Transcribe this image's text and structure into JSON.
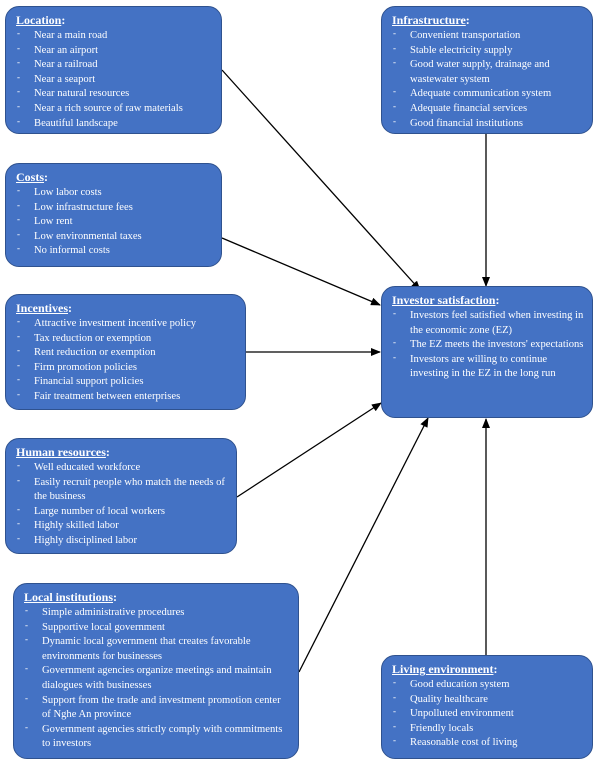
{
  "location": {
    "title": "Location",
    "suffix": ":",
    "items": [
      "Near a main road",
      "Near an airport",
      "Near a railroad",
      "Near a seaport",
      "Near natural resources",
      "Near a rich source of raw materials",
      "Beautiful landscape"
    ]
  },
  "infrastructure": {
    "title": "Infrastructure",
    "suffix": ":",
    "items": [
      "Convenient transportation",
      "Stable electricity supply",
      "Good water supply, drainage and wastewater system",
      "Adequate communication system",
      "Adequate financial services",
      "Good financial institutions"
    ]
  },
  "costs": {
    "title": "Costs",
    "suffix": ":",
    "items": [
      "Low labor costs",
      "Low infrastructure fees",
      "Low rent",
      "Low environmental taxes",
      "No informal costs"
    ]
  },
  "incentives": {
    "title": "Incentives",
    "suffix": ":",
    "items": [
      "Attractive investment incentive policy",
      "Tax reduction or exemption",
      "Rent reduction or exemption",
      "Firm promotion policies",
      "Financial support policies",
      "Fair treatment between enterprises"
    ]
  },
  "investor_satisfaction": {
    "title": "Investor satisfaction",
    "suffix": ":",
    "items": [
      "Investors feel satisfied when investing in the economic zone (EZ)",
      "The EZ meets the investors' expectations",
      "Investors are willing to continue investing in the EZ in the long run"
    ]
  },
  "human_resources": {
    "title": "Human resources",
    "suffix": ":",
    "items": [
      "Well educated workforce",
      "Easily recruit people who match the needs of the business",
      "Large number of local workers",
      "Highly skilled labor",
      "Highly disciplined labor"
    ]
  },
  "local_institutions": {
    "title": "Local institutions",
    "suffix": ":",
    "items": [
      "Simple administrative procedures",
      "Supportive local government",
      "Dynamic local government that creates favorable environments for businesses",
      "Government agencies organize meetings and maintain dialogues with businesses",
      "Support from the trade and investment promotion center of Nghe An province",
      "Government agencies strictly comply with commitments to investors"
    ]
  },
  "living_environment": {
    "title": "Living environment",
    "suffix": ":",
    "items": [
      "Good education system",
      "Quality healthcare",
      "Unpolluted environment",
      "Friendly locals",
      "Reasonable cost of living"
    ]
  }
}
